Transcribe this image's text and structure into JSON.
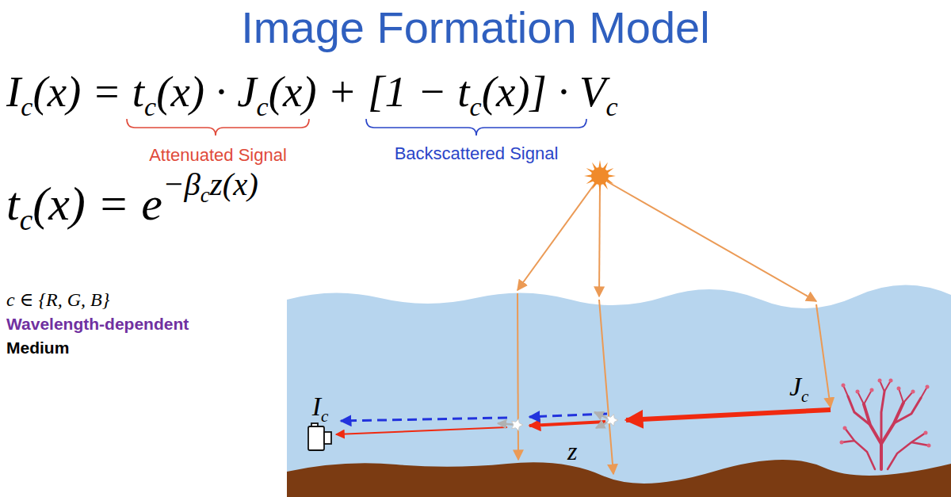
{
  "diagram": {
    "title": "Image Formation Model",
    "labels": [
      "I",
      "c",
      "(x) = t",
      "c",
      "(x) · J",
      "c",
      "(x) + [1 − t",
      "c",
      "(x)] · V",
      "c",
      "Attenuated Signal",
      "Backscattered Signal",
      "t",
      "c",
      "(x) = e",
      "−β",
      "c",
      "z(x)",
      "c ∈ {R, G, B}",
      "Wavelength-dependent",
      "Medium",
      "I",
      "c",
      "J",
      "c",
      "z"
    ]
  }
}
